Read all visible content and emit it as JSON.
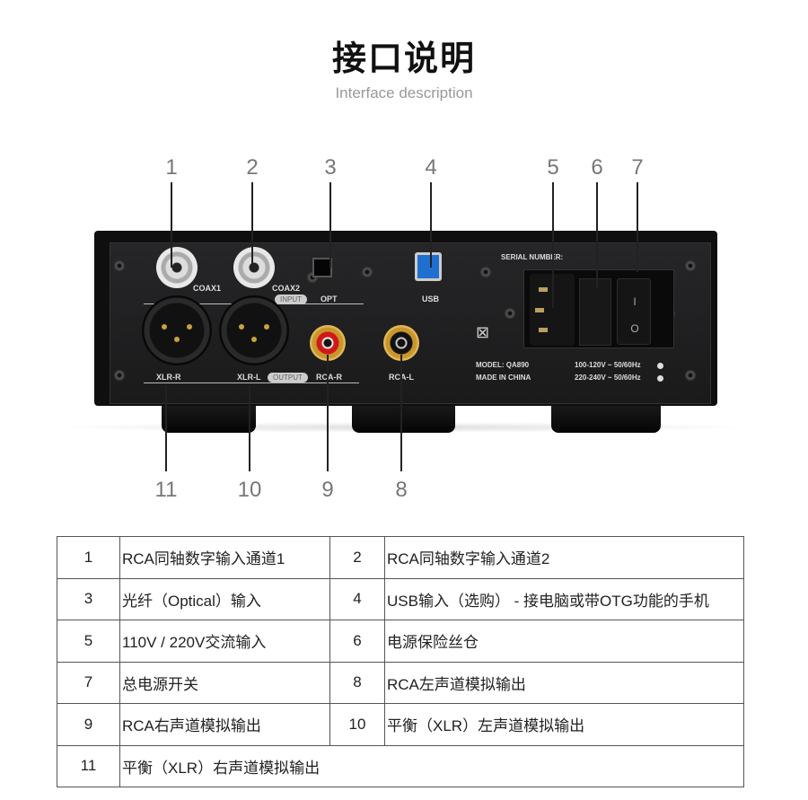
{
  "header": {
    "title": "接口说明",
    "subtitle": "Interface description"
  },
  "callouts": {
    "top": [
      "1",
      "2",
      "3",
      "4",
      "5",
      "6",
      "7"
    ],
    "bottom": [
      "11",
      "10",
      "9",
      "8"
    ]
  },
  "device": {
    "labels": {
      "coax1": "COAX1",
      "coax2": "COAX2",
      "input": "INPUT",
      "opt": "OPT",
      "usb": "USB",
      "xlr_r": "XLR-R",
      "xlr_l": "XLR-L",
      "output": "OUTPUT",
      "rca_r": "RCA-R",
      "rca_l": "RCA-L",
      "serial": "SERIAL NUMBER:",
      "model": "MODEL: QA890",
      "made": "MADE IN CHINA",
      "volt1": "100-120V ~ 50/60Hz",
      "volt2": "220-240V ~ 50/60Hz",
      "sw_on": "I",
      "sw_off": "O"
    },
    "colors": {
      "usb": "#1f6fd0",
      "rca_r": "#d01818",
      "gold": "#c8962a"
    }
  },
  "table": {
    "rows": [
      [
        {
          "n": "1",
          "d": "RCA同轴数字输入通道1"
        },
        {
          "n": "2",
          "d": "RCA同轴数字输入通道2"
        }
      ],
      [
        {
          "n": "3",
          "d": "光纤（Optical）输入"
        },
        {
          "n": "4",
          "d": "USB输入（选购） - 接电脑或带OTG功能的手机"
        }
      ],
      [
        {
          "n": "5",
          "d": "110V / 220V交流输入"
        },
        {
          "n": "6",
          "d": "电源保险丝仓"
        }
      ],
      [
        {
          "n": "7",
          "d": "总电源开关"
        },
        {
          "n": "8",
          "d": "RCA左声道模拟输出"
        }
      ],
      [
        {
          "n": "9",
          "d": "RCA右声道模拟输出"
        },
        {
          "n": "10",
          "d": "平衡（XLR）左声道模拟输出"
        }
      ],
      [
        {
          "n": "11",
          "d": "平衡（XLR）右声道模拟输出"
        }
      ]
    ]
  }
}
